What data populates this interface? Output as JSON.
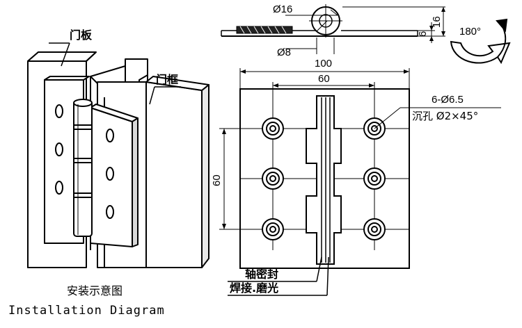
{
  "iso_view": {
    "door_panel_label": "门板",
    "door_frame_label": "门框",
    "caption_zh": "安装示意图",
    "caption_en": "Installation Diagram"
  },
  "side_view": {
    "knuckle_diameter": "Ø16",
    "pin_diameter": "Ø8",
    "thickness": "6",
    "height": "16",
    "rotation": "180°"
  },
  "front_view": {
    "overall_width": "100",
    "hole_pitch_horizontal": "60",
    "hole_pitch_vertical": "60",
    "hole_spec": "6-Ø6.5",
    "countersink_spec": "沉孔 Ø2×45°",
    "shaft_seal_label": "轴密封",
    "finish_label": "焊接.磨光"
  }
}
